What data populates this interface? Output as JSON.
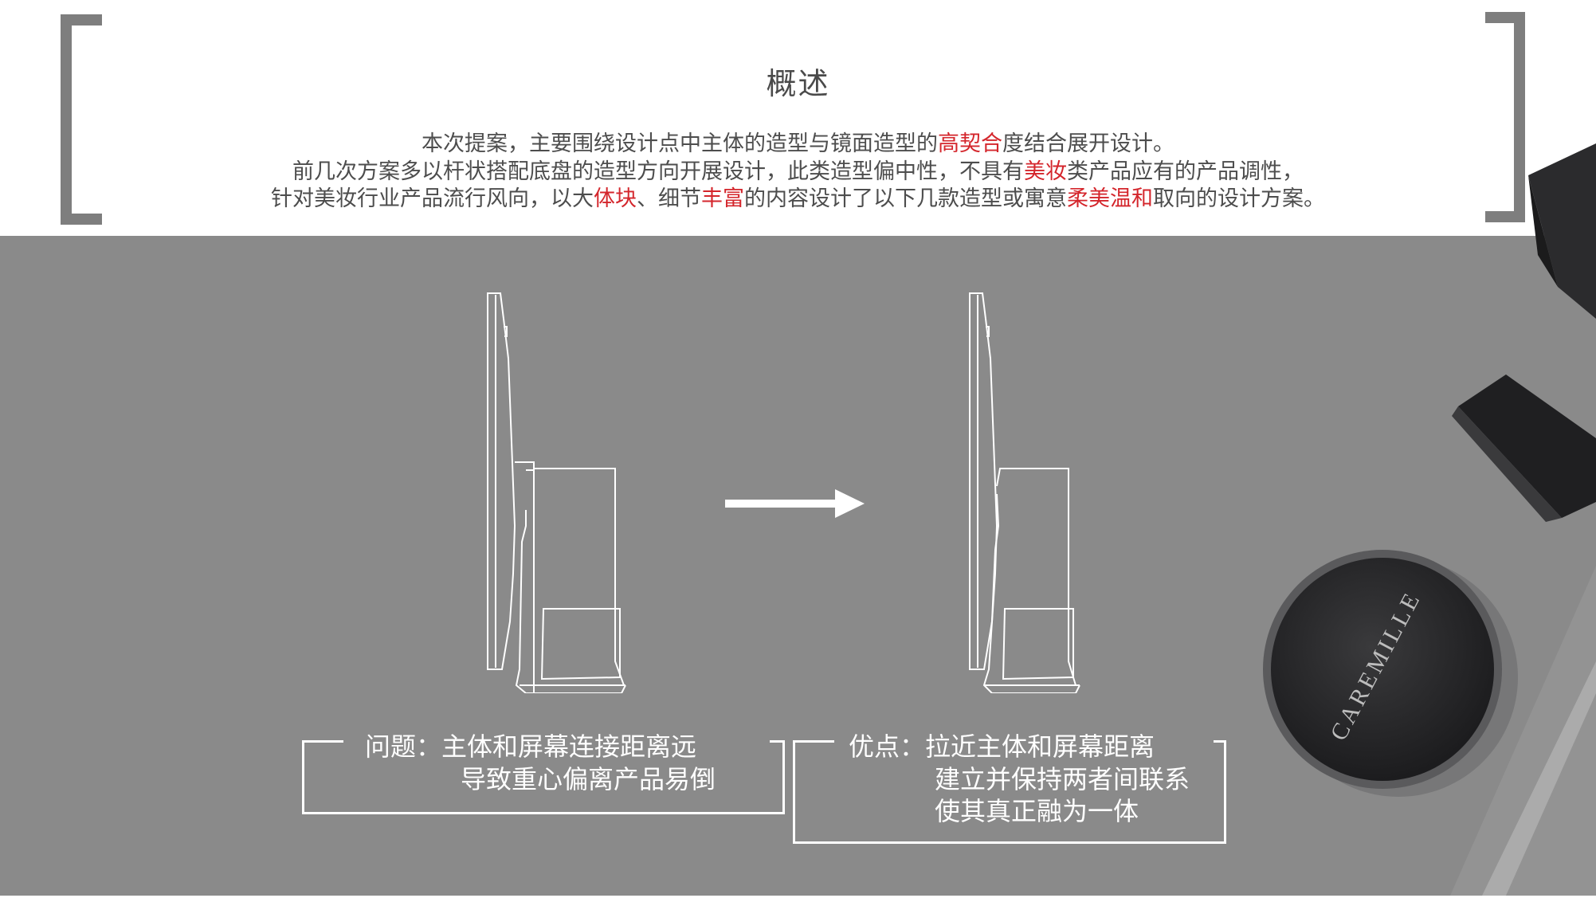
{
  "header": {
    "title": "概述",
    "line1": {
      "pre": "本次提案，主要围绕设计点中主体的造型与镜面造型的",
      "hl1": "高契合",
      "post": "度结合展开设计。"
    },
    "line2": {
      "pre": "前几次方案多以杆状搭配底盘的造型方向开展设计，此类造型偏中性，不具有",
      "hl1": "美妆",
      "post": "类产品应有的产品调性，"
    },
    "line3": {
      "pre": "针对美妆行业产品流行风向，以大",
      "hl1": "体块",
      "mid1": "、细节",
      "hl2": "丰富",
      "mid2": "的内容设计了以下几款造型或寓意",
      "hl3": "柔美温和",
      "post": "取向的设计方案。"
    }
  },
  "problem_box": {
    "line1": "问题：主体和屏幕连接距离远",
    "line2": "导致重心偏离产品易倒"
  },
  "advantage_box": {
    "line1": "优点：拉近主体和屏幕距离",
    "line2": "建立并保持两者间联系",
    "line3": "使其真正融为一体"
  },
  "decor": {
    "brand_text": "CAREMILLE"
  },
  "colors": {
    "highlight": "#d4262c",
    "panel": "#8a8a8a",
    "bracket": "#7e7e7e"
  }
}
